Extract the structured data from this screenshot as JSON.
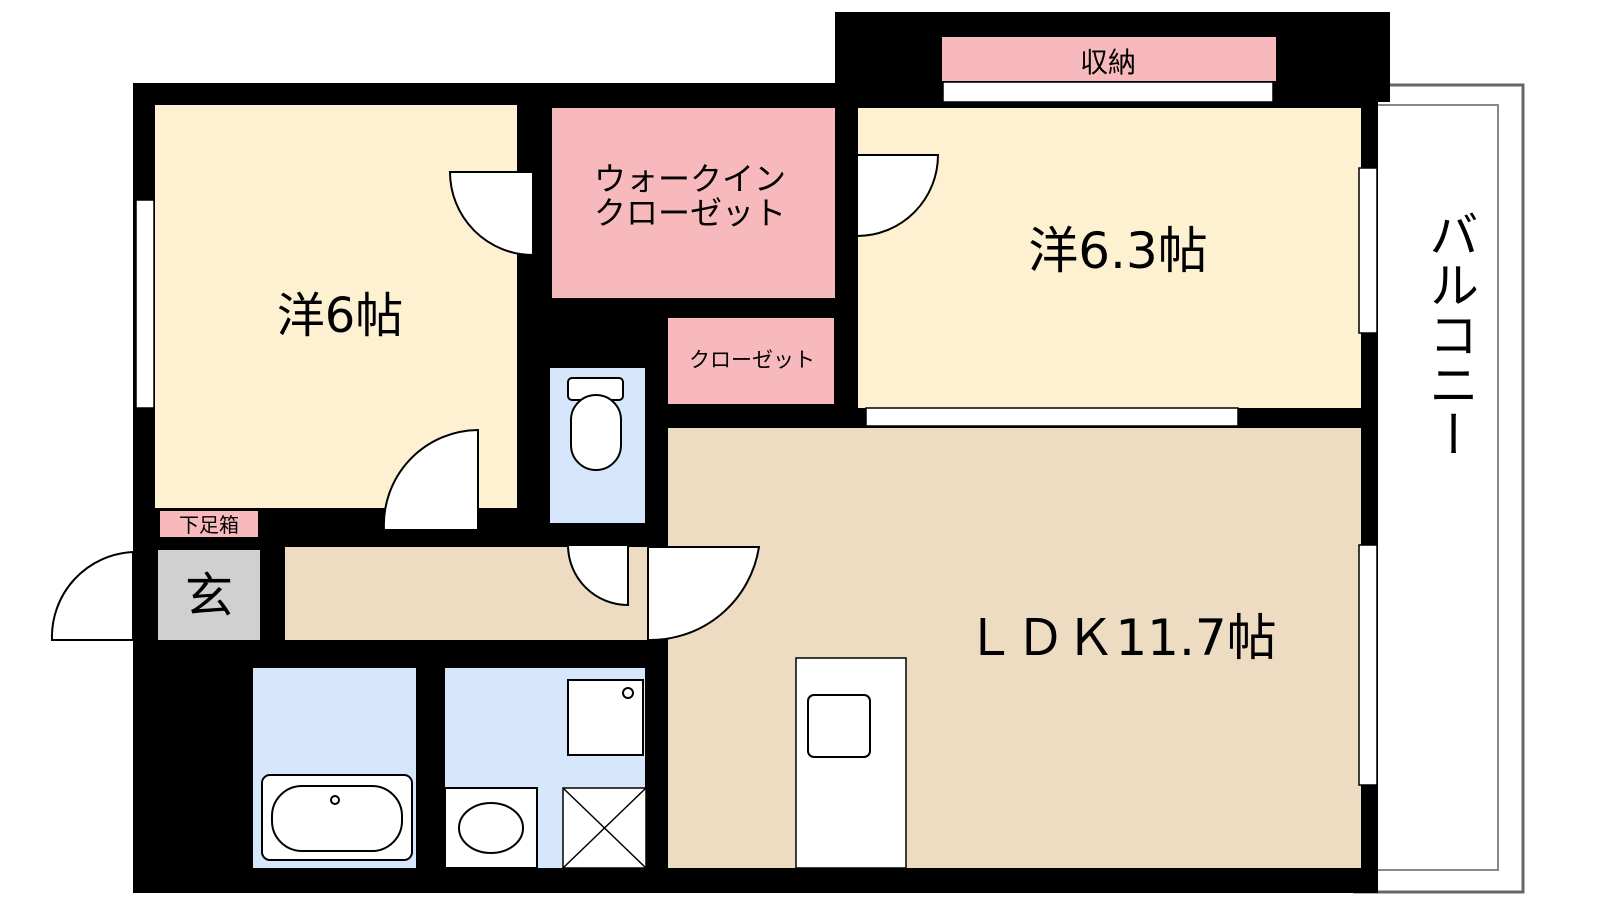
{
  "rooms": {
    "western_room_1": "洋6帖",
    "walk_in_closet_line1": "ウォークイン",
    "walk_in_closet_line2": "クローゼット",
    "storage": "収納",
    "western_room_2": "洋6.3帖",
    "closet": "クローゼット",
    "ldk": "ＬＤＫ11.7帖",
    "balcony": "バルコニー",
    "shoe_box": "下足箱",
    "entrance": "玄"
  },
  "colors": {
    "wall": "#000000",
    "western_room": "#fdf1d2",
    "closet": "#f7b9bc",
    "ldk": "#eedcc2",
    "wet_area": "#d6e7fb",
    "entrance": "#d0d0d0"
  }
}
